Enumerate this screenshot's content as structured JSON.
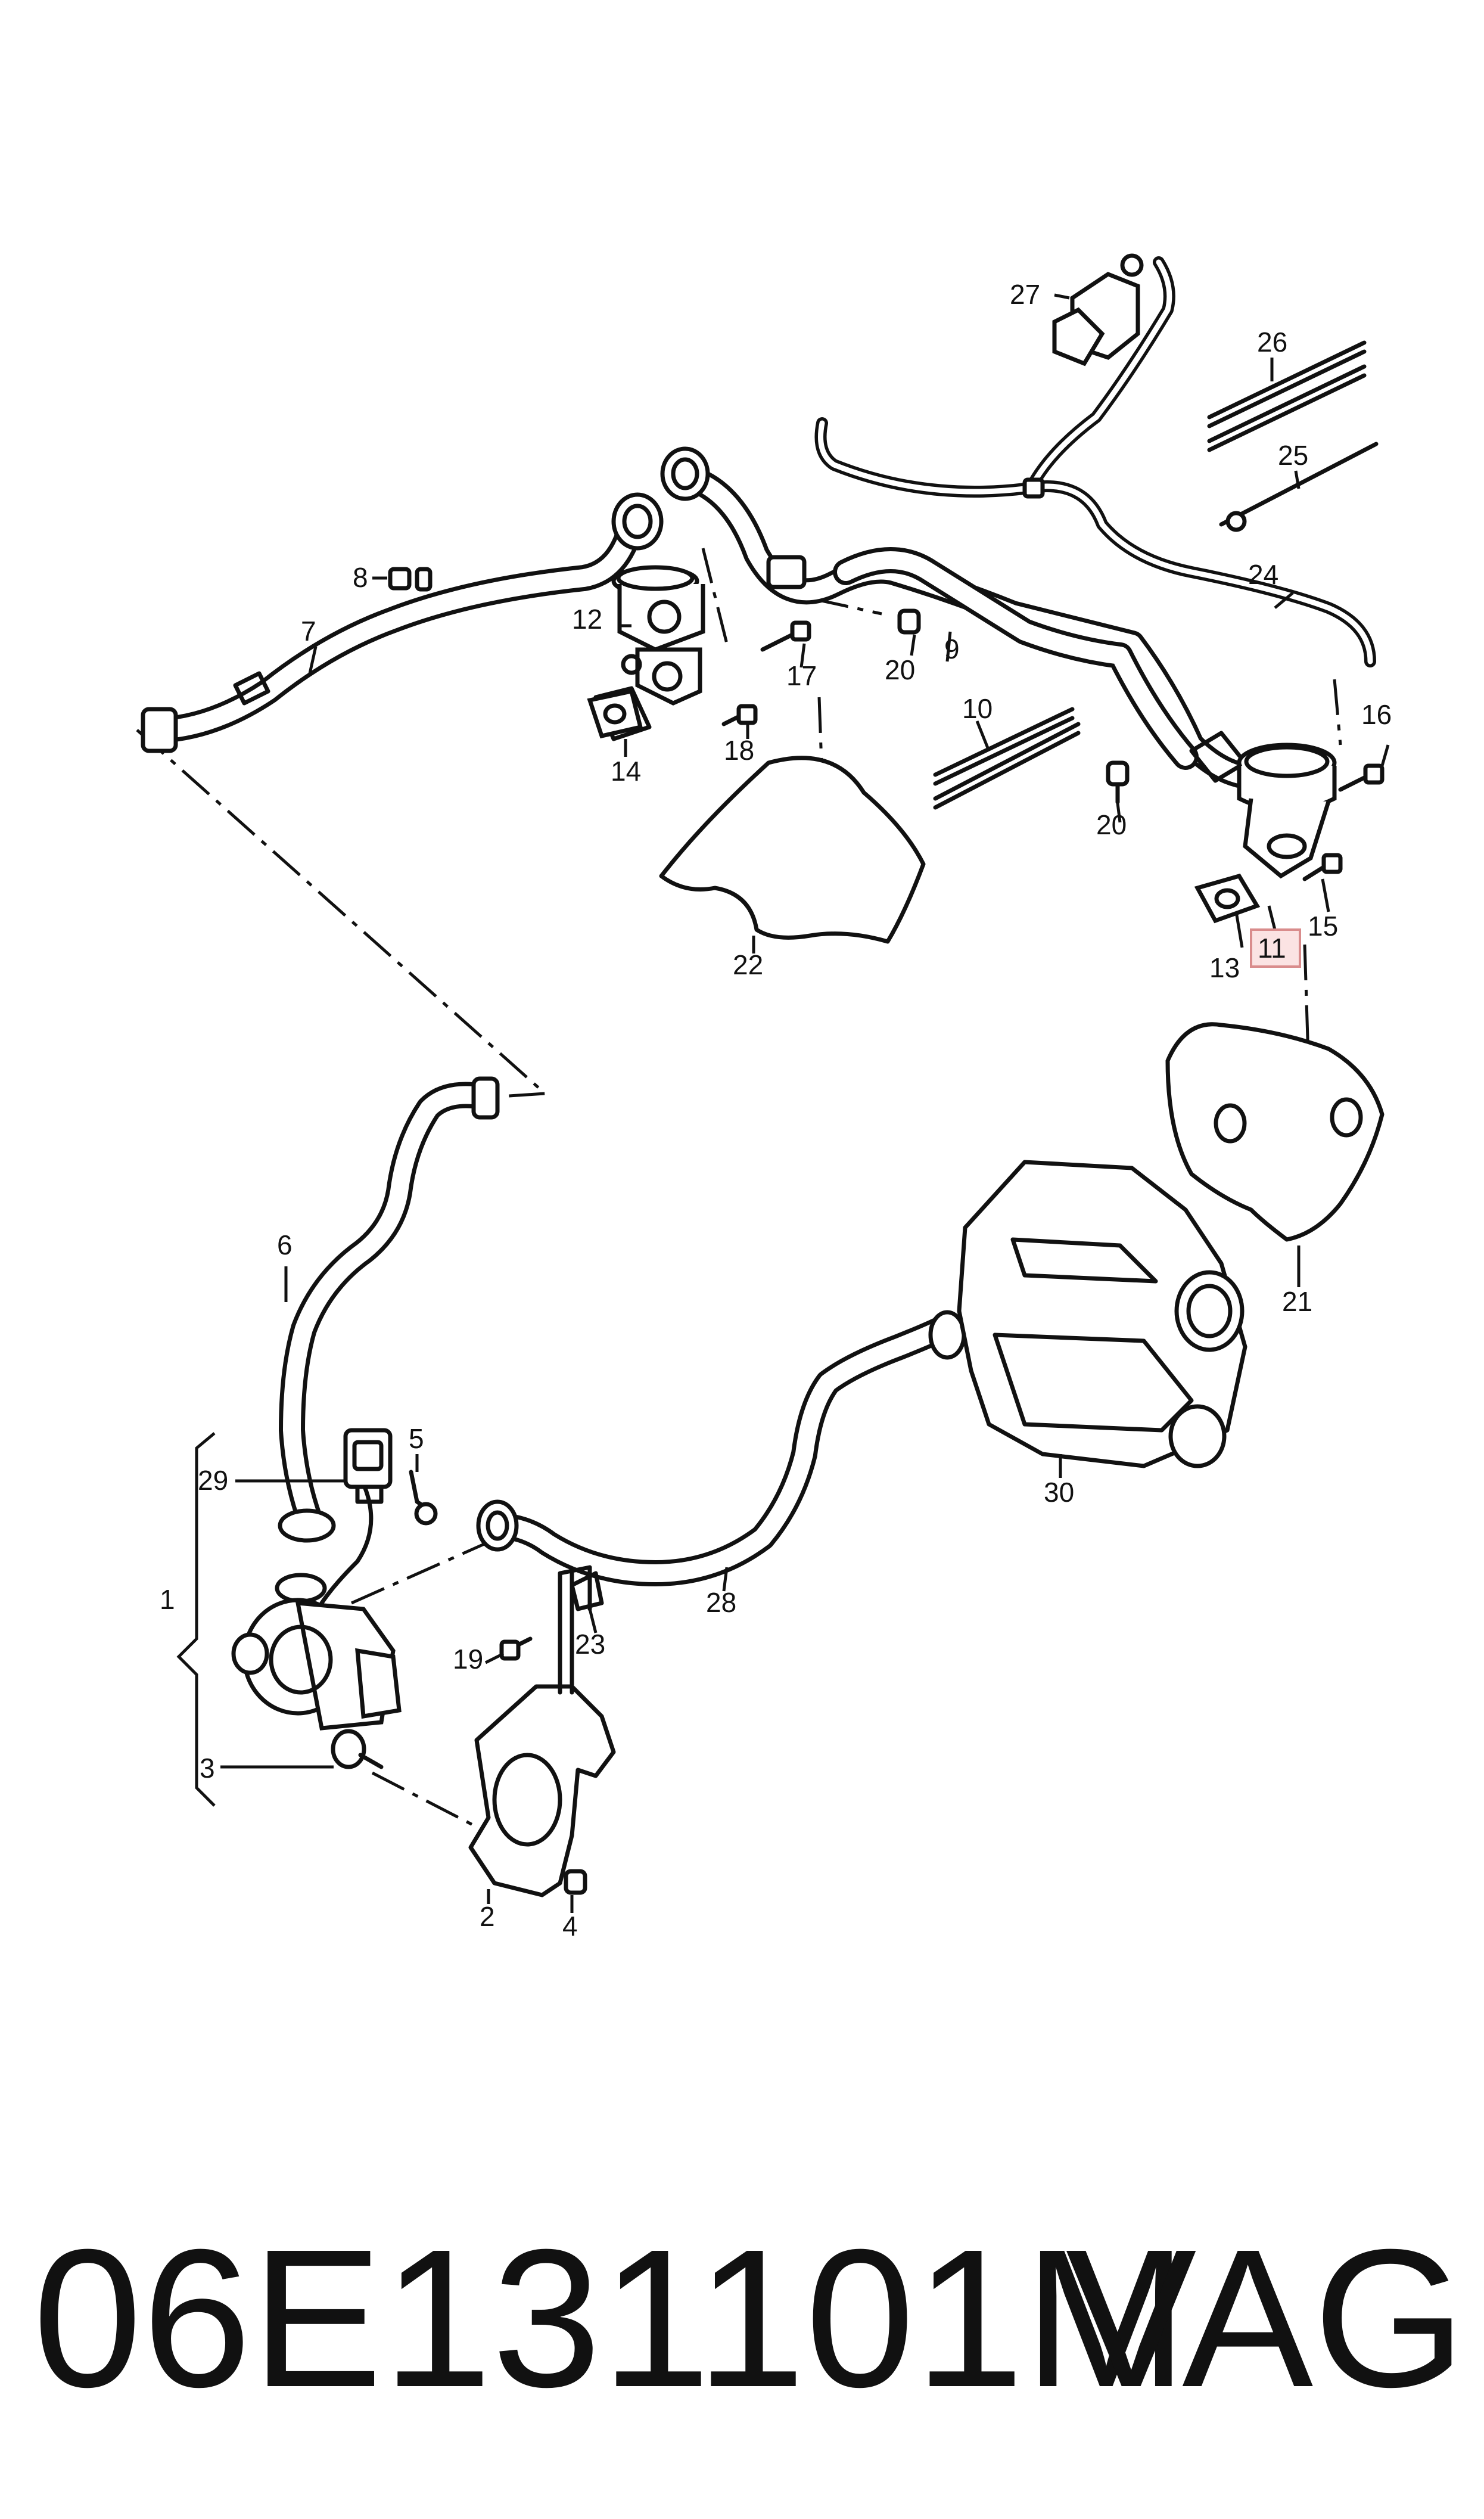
{
  "callouts": [
    {
      "id": "1",
      "label": "1"
    },
    {
      "id": "2",
      "label": "2"
    },
    {
      "id": "3",
      "label": "3"
    },
    {
      "id": "4",
      "label": "4"
    },
    {
      "id": "5",
      "label": "5"
    },
    {
      "id": "6",
      "label": "6"
    },
    {
      "id": "7",
      "label": "7"
    },
    {
      "id": "8",
      "label": "8"
    },
    {
      "id": "9",
      "label": "9"
    },
    {
      "id": "10",
      "label": "10"
    },
    {
      "id": "11",
      "label": "11",
      "highlighted": true
    },
    {
      "id": "12",
      "label": "12"
    },
    {
      "id": "13",
      "label": "13"
    },
    {
      "id": "14",
      "label": "14"
    },
    {
      "id": "15",
      "label": "15"
    },
    {
      "id": "16",
      "label": "16"
    },
    {
      "id": "17",
      "label": "17"
    },
    {
      "id": "18",
      "label": "18"
    },
    {
      "id": "19",
      "label": "19"
    },
    {
      "id": "20a",
      "label": "20"
    },
    {
      "id": "20b",
      "label": "20"
    },
    {
      "id": "21",
      "label": "21"
    },
    {
      "id": "22",
      "label": "22"
    },
    {
      "id": "23",
      "label": "23"
    },
    {
      "id": "24",
      "label": "24"
    },
    {
      "id": "25",
      "label": "25"
    },
    {
      "id": "26",
      "label": "26"
    },
    {
      "id": "27",
      "label": "27"
    },
    {
      "id": "28",
      "label": "28"
    },
    {
      "id": "29",
      "label": "29"
    },
    {
      "id": "30",
      "label": "30"
    }
  ],
  "footer": {
    "part_number": "06E131101M",
    "brand": "VAG"
  },
  "colors": {
    "line": "#111111",
    "background": "#ffffff",
    "highlight_fill": "#fbe3e3",
    "highlight_border": "#d98c8c"
  }
}
